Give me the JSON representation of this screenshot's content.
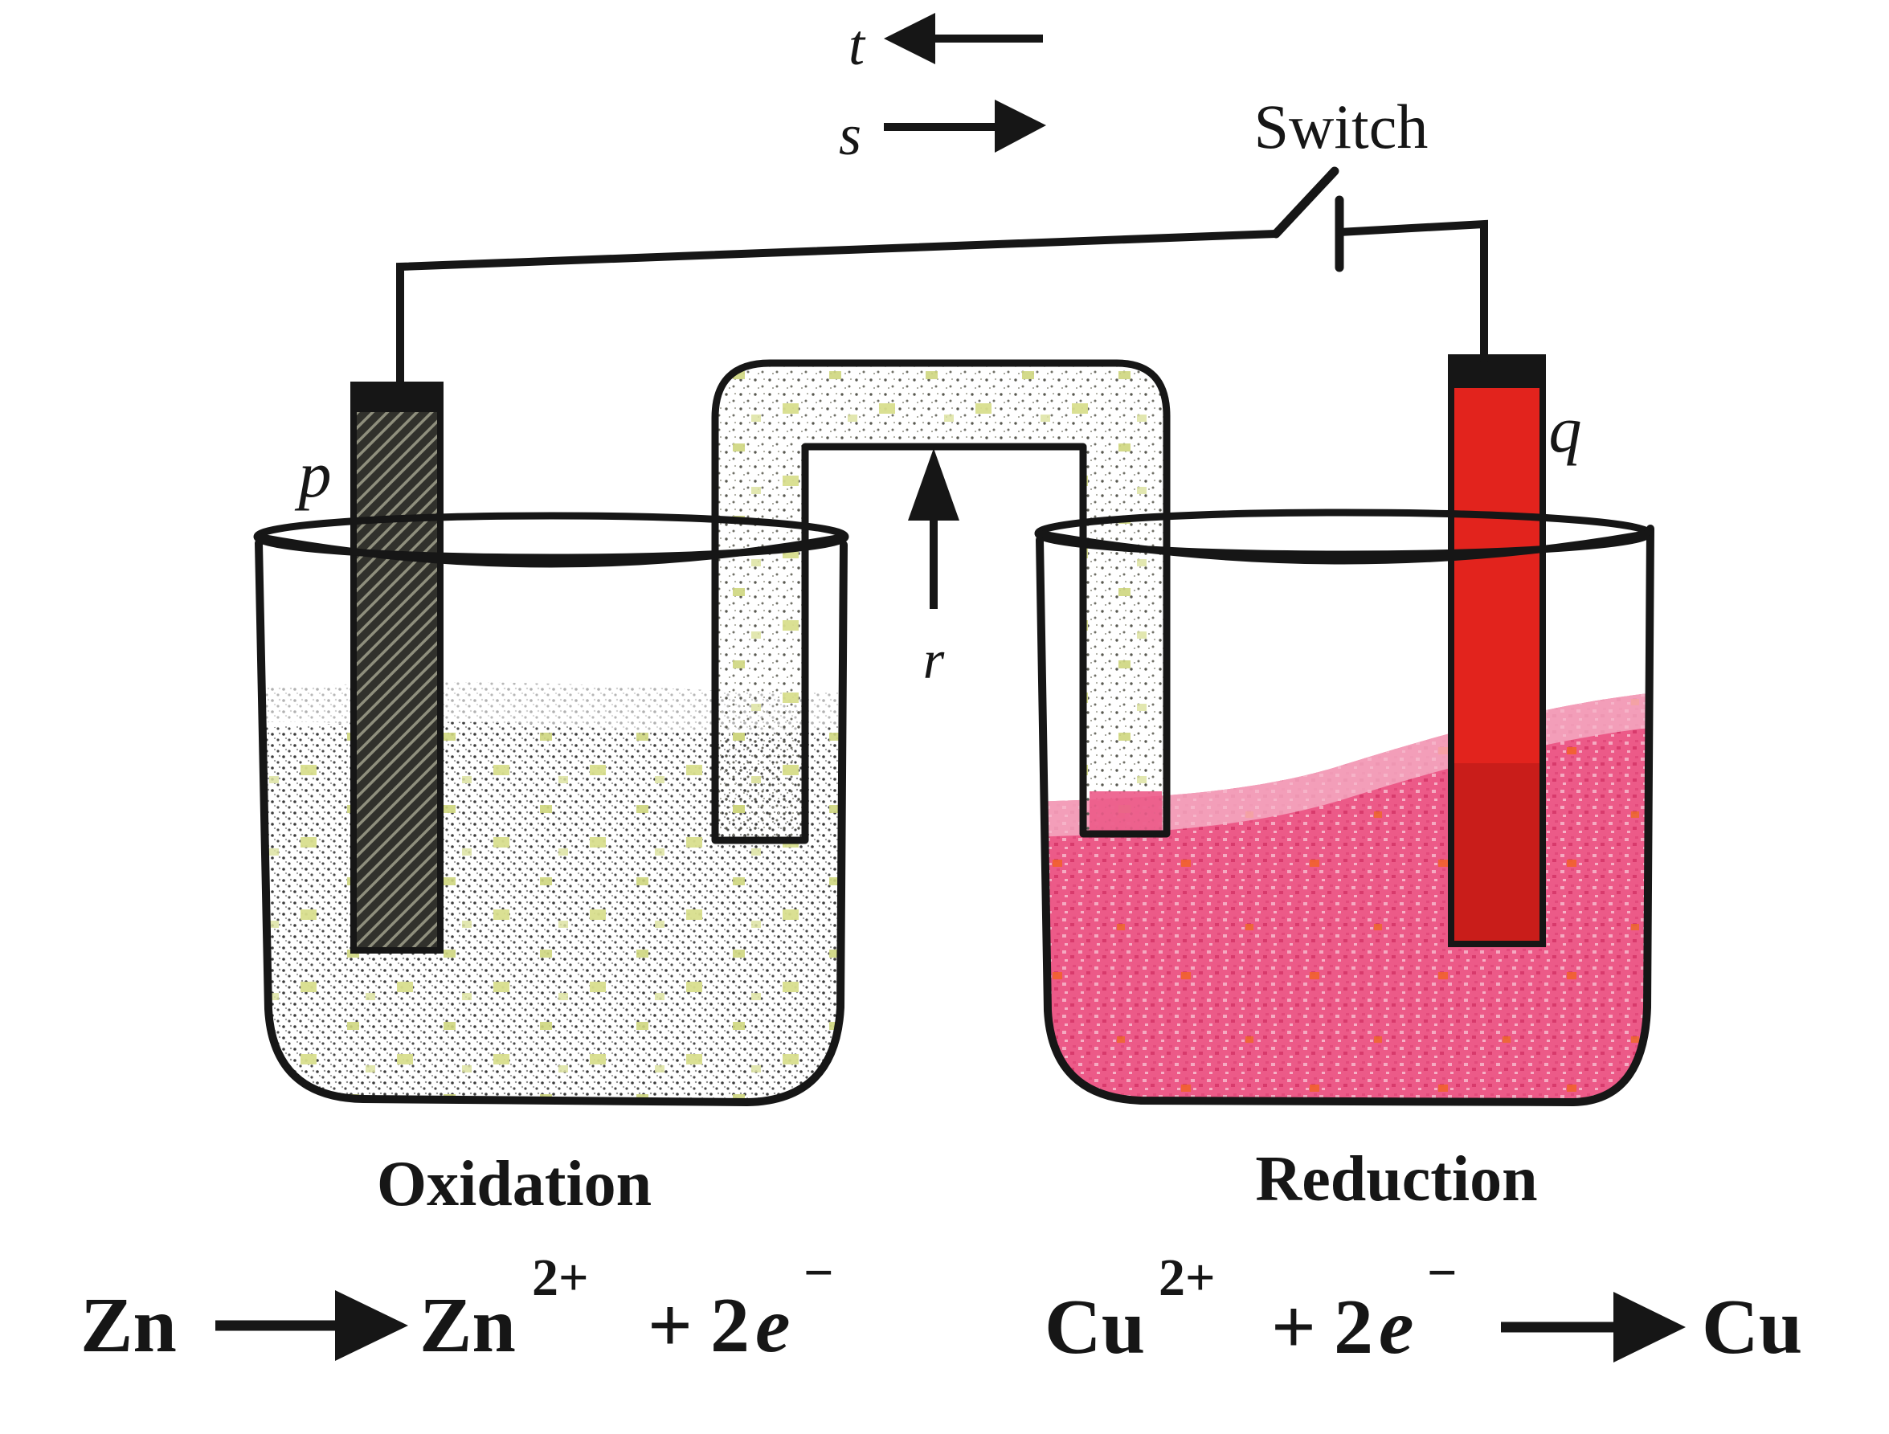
{
  "figure": {
    "description": "Zinc-copper galvanic cell with salt bridge and open switch"
  },
  "labels": {
    "t": "t",
    "s": "s",
    "switch": "Switch",
    "electrode_left": "p",
    "electrode_right": "q",
    "salt_bridge": "r",
    "left_caption": "Oxidation",
    "right_caption": "Reduction"
  },
  "equations": {
    "left": {
      "reactant": "Zn",
      "product": "Zn",
      "product_sup": "2+",
      "plus": "+",
      "coeff": "2",
      "electron": "e",
      "electron_sup": "−"
    },
    "right": {
      "reactant": "Cu",
      "reactant_sup": "2+",
      "plus": "+",
      "coeff": "2",
      "electron": "e",
      "electron_sup": "−",
      "product": "Cu"
    }
  },
  "colors": {
    "ink": "#161616",
    "copper_red": "#e2231d",
    "solution_pink": "#ec5a88",
    "solution_pink_light": "#f6b6c9",
    "zinc_dark": "#31312c",
    "speck_yellow": "#d8de8d"
  }
}
